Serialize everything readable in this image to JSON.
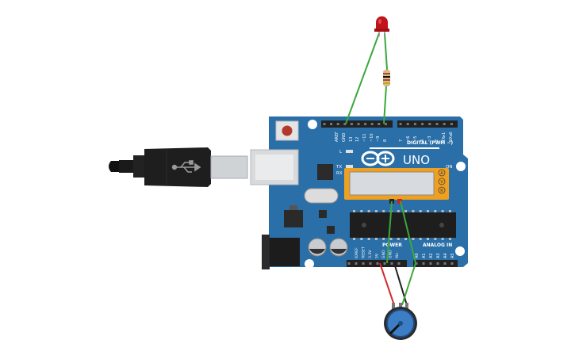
{
  "board": {
    "brand": "UNO",
    "digital_label": "DIGITAL (PWM ~)",
    "power_label": "POWER",
    "analog_label": "ANALOG IN",
    "on_label": "ON",
    "tx_label": "TX",
    "rx_label": "RX",
    "l_label": "L",
    "top_pins": [
      "AREF",
      "GND",
      "13",
      "12",
      "~11",
      "~10",
      "~9",
      "8",
      "7",
      "~6",
      "~5",
      "4",
      "~3",
      "2",
      "TX▸1",
      "RX◂0"
    ],
    "power_pins": [
      "IOREF",
      "RESET",
      "3.3V",
      "5V",
      "GND",
      "GND",
      "Vin"
    ],
    "analog_pins": [
      "A0",
      "A1",
      "A2",
      "A3",
      "A4",
      "A5"
    ]
  },
  "multimeter": {
    "reading": "",
    "modes": [
      "A",
      "V",
      "R"
    ]
  },
  "colors": {
    "board": "#2a6fa8",
    "wire_green": "#3aa83a",
    "wire_red": "#d62828",
    "wire_black": "#222222",
    "meter_frame": "#f0a020",
    "meter_screen": "#d7dbe0",
    "led": "#c0141a"
  },
  "icons": [
    "usb-icon",
    "arduino-infinity-logo"
  ]
}
